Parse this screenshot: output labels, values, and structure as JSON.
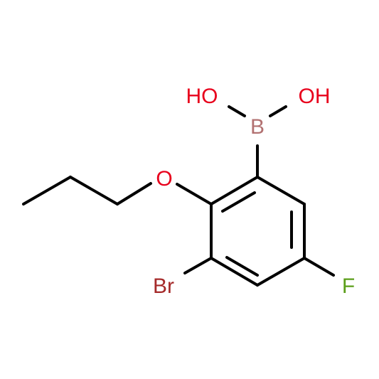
{
  "atoms": {
    "oh_left": {
      "text": "HO",
      "color": "#e8001c"
    },
    "boron": {
      "text": "B",
      "color": "#b27171"
    },
    "oh_right": {
      "text": "OH",
      "color": "#e8001c"
    },
    "ether_oxygen": {
      "text": "O",
      "color": "#e8001c"
    },
    "bromine": {
      "text": "Br",
      "color": "#a52a2a"
    },
    "fluorine": {
      "text": "F",
      "color": "#5b9e1a"
    }
  },
  "bond_color": "#000000"
}
